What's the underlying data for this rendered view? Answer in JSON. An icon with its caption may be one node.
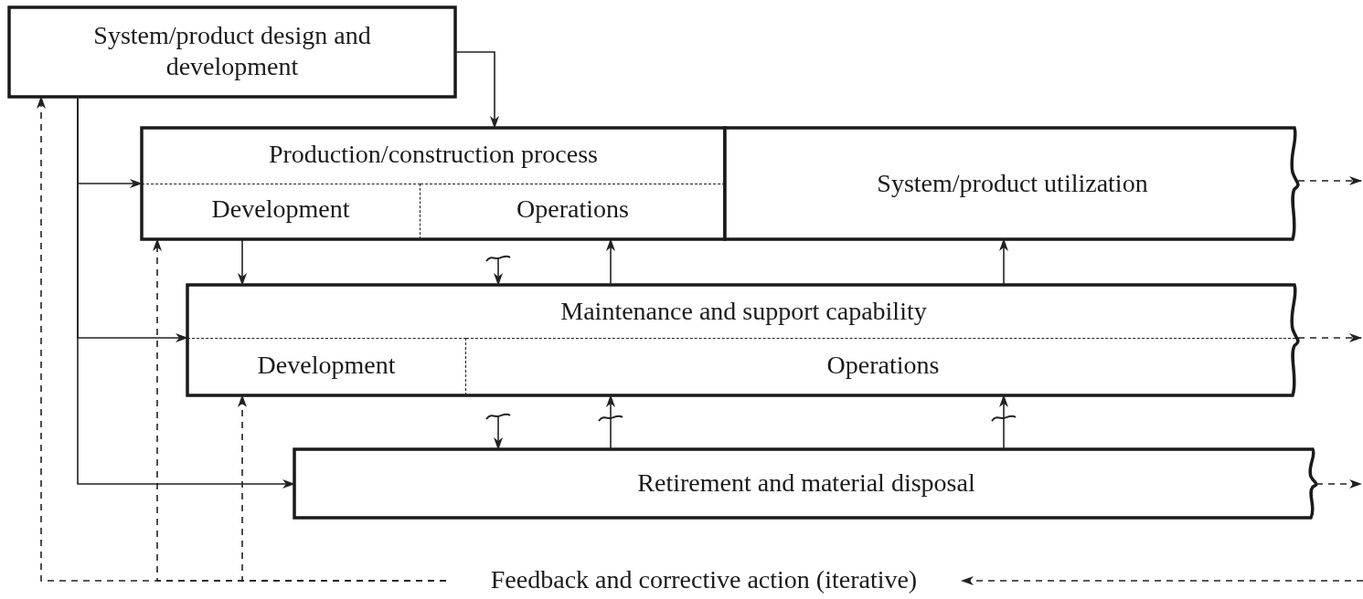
{
  "diagram": {
    "nodes": [
      {
        "text": [
          "System/product design and development"
        ]
      },
      {
        "text": [
          "Production/construction process"
        ]
      },
      {
        "text": [
          "Development"
        ],
        "in": 1
      },
      {
        "text": [
          "Operations"
        ],
        "in": 1
      },
      {
        "text": [
          "System/product utilization"
        ]
      },
      {
        "text": [
          "Maintenance and support capability"
        ]
      },
      {
        "text": [
          "Development"
        ],
        "in": 5
      },
      {
        "text": [
          "Operations"
        ],
        "in": 5
      },
      {
        "text": [
          "Retirement and material disposal"
        ]
      },
      {
        "text": [
          "Feedback and corrective action (iterative)"
        ]
      }
    ],
    "edges": [
      {
        "from": 0,
        "to": 1,
        "arrow": "to"
      },
      {
        "from": 0,
        "to": 1,
        "arrow": "to"
      },
      {
        "from": 0,
        "to": 5,
        "arrow": "to"
      },
      {
        "from": 0,
        "to": 8,
        "arrow": "to"
      },
      {
        "from": 2,
        "to": 5,
        "arrow": "to"
      },
      {
        "from": null,
        "to": 5,
        "arrow": "to"
      },
      {
        "from": 5,
        "to": 3,
        "arrow": "to"
      },
      {
        "from": 5,
        "to": 4,
        "arrow": "to"
      },
      {
        "from": null,
        "to": 8,
        "arrow": "to"
      },
      {
        "from": 8,
        "to": 7,
        "arrow": "to"
      },
      {
        "from": 8,
        "to": 7,
        "arrow": "to"
      },
      {
        "from": 4,
        "to": null,
        "arrow": "to",
        "style": "dashed"
      },
      {
        "from": 5,
        "to": null,
        "arrow": "to",
        "style": "dashed"
      },
      {
        "from": 8,
        "to": null,
        "arrow": "to",
        "style": "dashed"
      },
      {
        "from": null,
        "to": 9,
        "arrow": "to",
        "style": "dashed"
      },
      {
        "from": 9,
        "to": 0,
        "arrow": "to",
        "style": "dashed"
      },
      {
        "from": 9,
        "to": 2,
        "arrow": "to",
        "style": "dashed"
      },
      {
        "from": 9,
        "to": 6,
        "arrow": "to",
        "style": "dashed"
      }
    ]
  }
}
